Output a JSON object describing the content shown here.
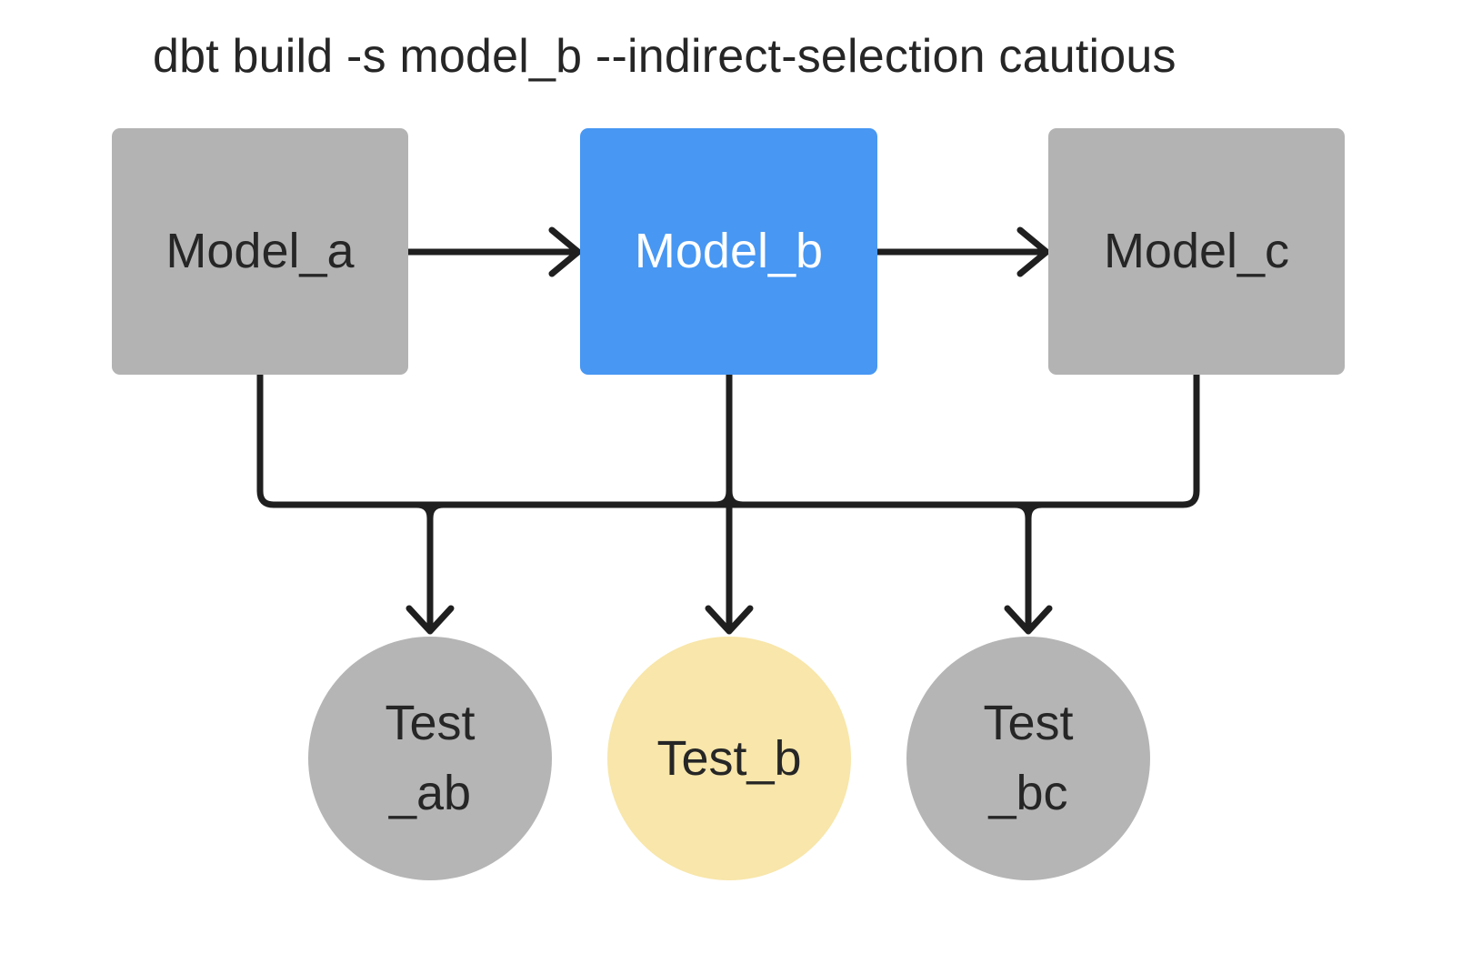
{
  "title": "dbt build -s model_b --indirect-selection cautious",
  "colors": {
    "background": "#ffffff",
    "model_gray": "#b3b3b3",
    "model_selected_blue": "#4797f3",
    "test_gray": "#b5b5b5",
    "test_indirect_yellow": "#f8e6aa",
    "edge": "#1f1f1f",
    "text_dark": "#262626",
    "text_on_blue": "#ffffff"
  },
  "nodes": {
    "model_a": {
      "label": "Model_a",
      "shape": "square",
      "fill": "#b3b3b3"
    },
    "model_b": {
      "label": "Model_b",
      "shape": "square",
      "fill": "#4797f3"
    },
    "model_c": {
      "label": "Model_c",
      "shape": "square",
      "fill": "#b3b3b3"
    },
    "test_ab": {
      "label": "Test\n_ab",
      "shape": "circle",
      "fill": "#b5b5b5"
    },
    "test_b": {
      "label": "Test_b",
      "shape": "circle",
      "fill": "#f8e6aa"
    },
    "test_bc": {
      "label": "Test\n_bc",
      "shape": "circle",
      "fill": "#b5b5b5"
    }
  },
  "edges": {
    "model_flow": [
      {
        "from": "Model_a",
        "to": "Model_b",
        "arrow": true
      },
      {
        "from": "Model_b",
        "to": "Model_c",
        "arrow": true
      }
    ],
    "test_connector": {
      "description": "Model_a, Model_b and Model_c drop into a shared horizontal connector line that branches downward with arrows into the three test circles",
      "sources": [
        "Model_a",
        "Model_b",
        "Model_c"
      ],
      "targets": [
        "Test_ab",
        "Test_b",
        "Test_bc"
      ]
    }
  }
}
